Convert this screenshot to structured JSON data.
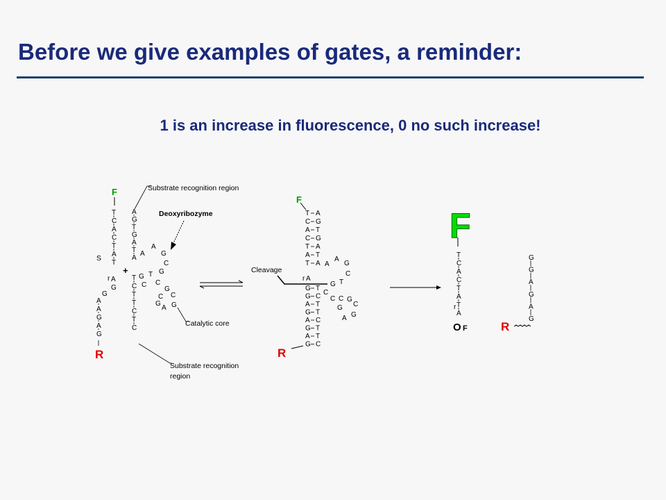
{
  "slide": {
    "title": "Before we give examples of gates, a reminder:",
    "subtitle": "1 is an increase in fluorescence, 0 no such increase!"
  },
  "colors": {
    "title": "#1a2a7a",
    "rule": "#1c3f6e",
    "fluor": "#00a000",
    "quench": "#e00000"
  },
  "diagram": {
    "substrate_region_top": "Substrate recognition region",
    "deoxyribozyme": "Deoxyribozyme",
    "catalytic_core": "Catalytic core",
    "substrate_region_bottom_1": "Substrate recognition",
    "substrate_region_bottom_2": "region",
    "cleavage": "Cleavage",
    "fluorophore": "F",
    "quencher": "R",
    "substrate_label": "S",
    "ribo": "r",
    "plus": "+",
    "product_end_o": "O",
    "product_end_f": "F",
    "left_substrate_top": [
      "T",
      "C",
      "A",
      "C",
      "T",
      "A",
      "T"
    ],
    "left_substrate_ra": "A",
    "left_substrate_after_ra": [
      "G",
      "G"
    ],
    "left_substrate_bottom": [
      "A",
      "A",
      "G",
      "A",
      "G"
    ],
    "left_enzyme_arm1": [
      "A",
      "G",
      "T",
      "G",
      "A",
      "T",
      "A"
    ],
    "left_enzyme_arm2": [
      "T",
      "C",
      "T",
      "T",
      "C",
      "T",
      "C"
    ],
    "left_core": [
      "A",
      "A",
      "G",
      "C",
      "G",
      "T",
      "G",
      "C",
      "C",
      "G",
      "C",
      "C",
      "G",
      "A",
      "G"
    ],
    "mid_pairs_top": [
      [
        "T",
        "A"
      ],
      [
        "C",
        "G"
      ],
      [
        "A",
        "T"
      ],
      [
        "C",
        "G"
      ],
      [
        "T",
        "A"
      ],
      [
        "A",
        "T"
      ],
      [
        "T",
        "A"
      ]
    ],
    "mid_pairs_bottom": [
      [
        "G",
        "T"
      ],
      [
        "G",
        "C"
      ],
      [
        "A",
        "T"
      ],
      [
        "G",
        "T"
      ],
      [
        "A",
        "C"
      ],
      [
        "G",
        "T"
      ],
      [
        "A",
        "T"
      ],
      [
        "G",
        "C"
      ]
    ],
    "mid_loop": [
      "A",
      "A",
      "G",
      "C",
      "T",
      "G",
      "C",
      "C",
      "C",
      "G",
      "C",
      "G",
      "A",
      "G"
    ],
    "product1_seq": [
      "T",
      "C",
      "A",
      "C",
      "T",
      "A",
      "T",
      "A"
    ],
    "product2_seq": [
      "G",
      "G",
      "A",
      "G",
      "A",
      "G"
    ]
  }
}
